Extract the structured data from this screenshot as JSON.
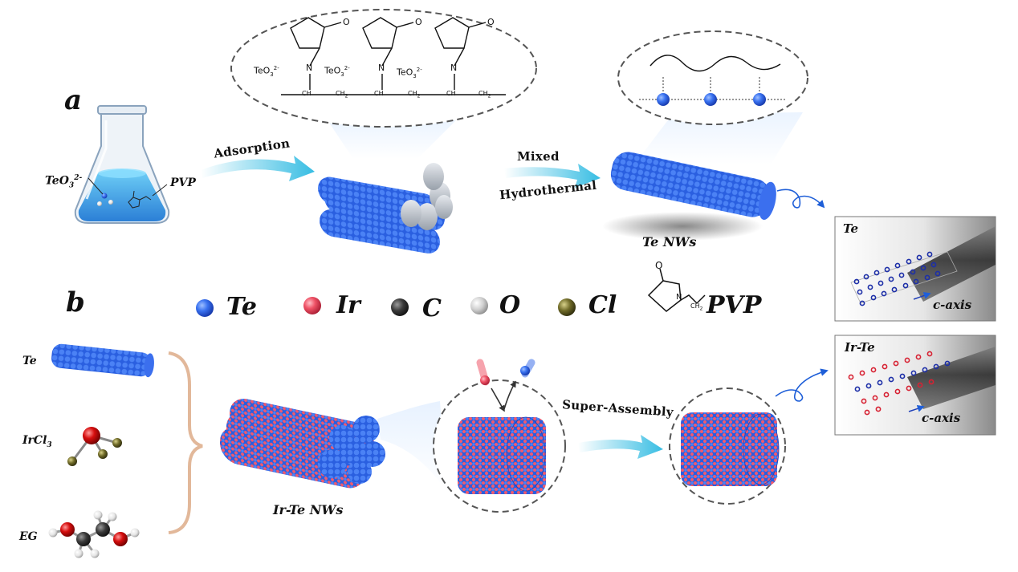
{
  "panels": {
    "a": "a",
    "b": "b"
  },
  "process": {
    "adsorption": "Adsorption",
    "mixed": "Mixed",
    "hydrothermal": "Hydrothermal",
    "super_assembly": "Super-Assembly"
  },
  "flask": {
    "teo3": "TeO",
    "teo3_sub": "3",
    "teo3_sup": "2-",
    "pvp": "PVP"
  },
  "pvp_chain": {
    "teo3_labels": [
      "TeO",
      "TeO",
      "TeO"
    ],
    "sub": "3",
    "sup": "2-",
    "n_label": "N",
    "o_label": "O",
    "ch_label": "CH",
    "ch2_label": "CH",
    "ch2_sub": "2"
  },
  "products": {
    "te_nws": "Te NWs",
    "irte_nws": "Ir-Te NWs"
  },
  "legend": [
    {
      "label": "Te",
      "color": "#2f66e8"
    },
    {
      "label": "Ir",
      "color": "#ee4a5e"
    },
    {
      "label": "C",
      "color": "#3a3a3a"
    },
    {
      "label": "O",
      "color": "#c9c9c9"
    },
    {
      "label": "Cl",
      "color": "#6e6a2a"
    }
  ],
  "legend_pvp": {
    "label": "PVP",
    "o_label": "O",
    "n_label": "N",
    "ch2_label": "CH",
    "ch2_sub": "2"
  },
  "reagents": {
    "te": "Te",
    "ircl3": "IrCl",
    "ircl3_sub": "3",
    "eg": "EG"
  },
  "tem": {
    "te_title": "Te",
    "irte_title": "Ir-Te",
    "axis_label": "c-axis"
  },
  "colors": {
    "te": "#2f66e8",
    "ir": "#ee4a5e",
    "arrow": "#37bde3",
    "brace": "#e2b89a",
    "cylinder": "#c8cdd4"
  }
}
